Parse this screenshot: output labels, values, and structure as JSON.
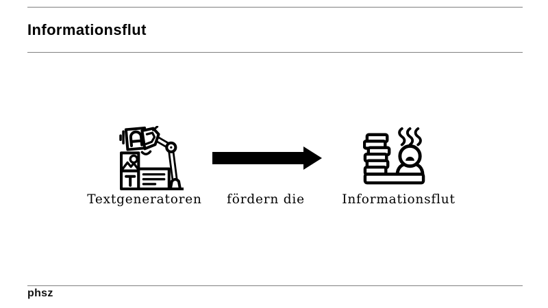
{
  "slide": {
    "title": "Informationsflut",
    "diagram": {
      "items": [
        {
          "label": "Textgeneratoren",
          "icon": "robot-arm-text-generator-icon"
        },
        {
          "label": "fördern die",
          "icon": "arrow-right-icon"
        },
        {
          "label": "Informationsflut",
          "icon": "paper-stack-stressed-person-icon"
        }
      ]
    },
    "footer": {
      "logo": "phsz"
    }
  },
  "colors": {
    "ink": "#000000",
    "divider": "#7f7f7f",
    "background": "#ffffff"
  }
}
